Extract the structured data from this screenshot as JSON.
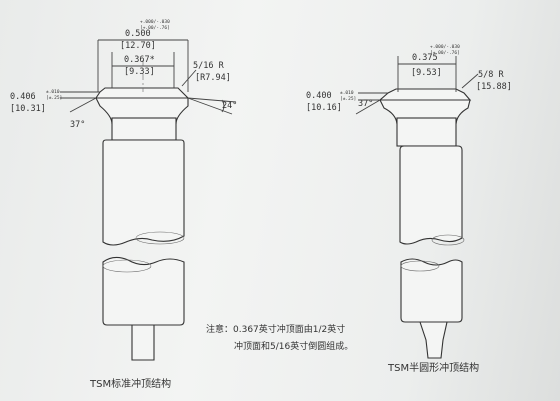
{
  "diagram": {
    "left": {
      "tol_top_1": "+.000/-.030",
      "tol_top_2": "[+.00/-.76]",
      "head_dia": "0.500",
      "head_dia_mm": "[12.70]",
      "tip_dia": "0.367*",
      "tip_dia_mm": "[9.33]",
      "radius": "5/16 R",
      "radius_mm": "[R7.94]",
      "shoulder": "0.406",
      "shoulder_mm": "[10.31]",
      "tol_side_1": "±.010",
      "tol_side_2": "[±.25]",
      "angle_left": "37°",
      "angle_right": "24°",
      "caption": "TSM标准冲顶结构"
    },
    "right": {
      "tol_top_1": "+.000/-.030",
      "tol_top_2": "[+.00/-.76]",
      "head_dia": "0.375",
      "head_dia_mm": "[9.53]",
      "radius": "5/8 R",
      "radius_mm": "[15.88]",
      "shoulder": "0.400",
      "shoulder_mm": "[10.16]",
      "tol_side_1": "±.010",
      "tol_side_2": "[±.25]",
      "angle_left": "37°",
      "caption": "TSM半圆形冲顶结构"
    },
    "note_line1": "注意：0.367英寸冲顶面由1/2英寸",
    "note_line2": "冲顶面和5/16英寸倒圆组成。"
  }
}
